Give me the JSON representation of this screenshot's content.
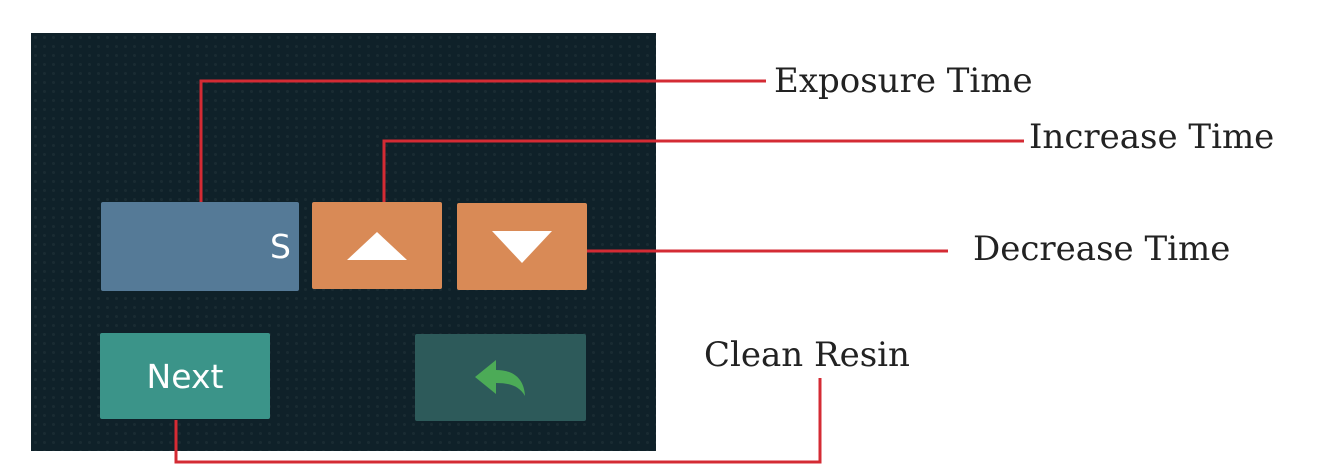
{
  "screen": {
    "background": "#0f2129",
    "time_field": {
      "value": "",
      "unit": "S",
      "color": "#557a97"
    },
    "increase_button": {
      "icon": "triangle-up-icon",
      "color": "#d98a56"
    },
    "decrease_button": {
      "icon": "triangle-down-icon",
      "color": "#d98a56"
    },
    "next_button": {
      "label": "Next",
      "color": "#3b9489"
    },
    "back_button": {
      "icon": "back-arrow-icon",
      "color": "#2d5a5a",
      "icon_color": "#4cab57"
    }
  },
  "callouts": {
    "line_color": "#d42b34",
    "exposure_time": "Exposure Time",
    "increase_time": "Increase Time",
    "decrease_time": "Decrease Time",
    "clean_resin": "Clean Resin"
  }
}
